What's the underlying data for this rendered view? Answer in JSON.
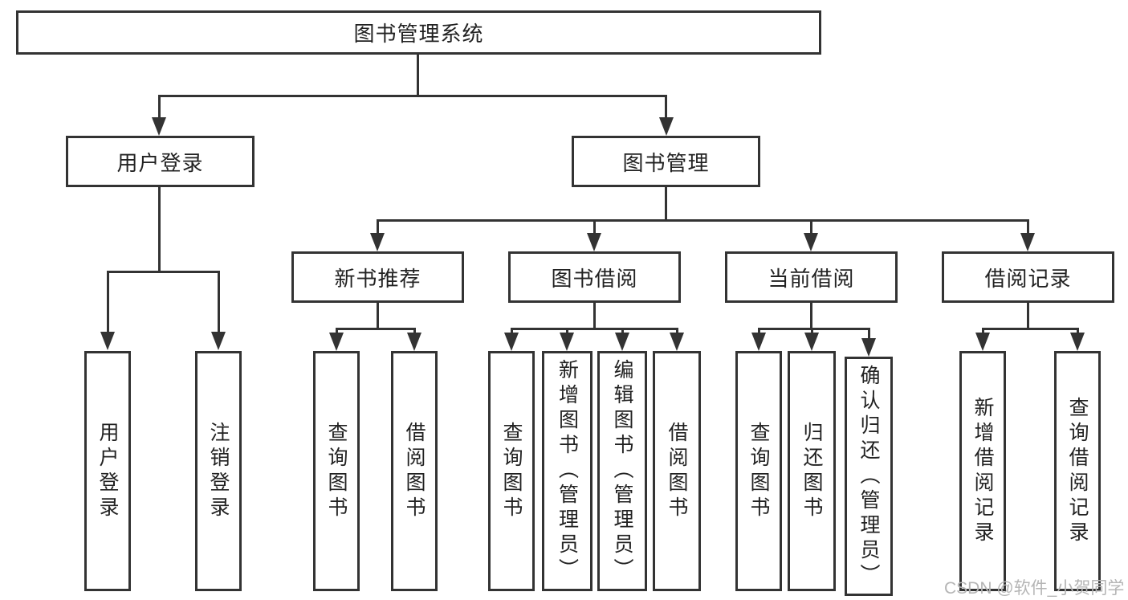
{
  "diagram_type": "hierarchy-tree",
  "nodes": {
    "root": "图书管理系统",
    "user_login": "用户登录",
    "book_mgmt": "图书管理",
    "new_book": "新书推荐",
    "book_borrow": "图书借阅",
    "current_borrow": "当前借阅",
    "borrow_record": "借阅记录"
  },
  "leaves": {
    "user_login": [
      "用户登录",
      "注销登录"
    ],
    "new_book": [
      "查询图书",
      "借阅图书"
    ],
    "book_borrow": [
      "查询图书",
      "新增图书（管理员）",
      "编辑图书（管理员）",
      "借阅图书"
    ],
    "current_borrow": [
      "查询图书",
      "归还图书",
      "确认归还（管理员）"
    ],
    "borrow_record": [
      "新增借阅记录",
      "查询借阅记录"
    ]
  },
  "watermark": "CSDN @软件_小贺同学",
  "colors": {
    "line": "#333333",
    "text": "#222222",
    "watermark": "#b5b5b5",
    "background": "#ffffff"
  }
}
